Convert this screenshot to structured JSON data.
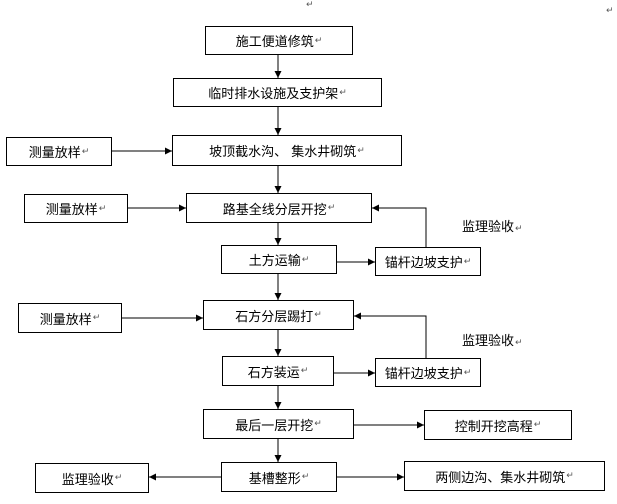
{
  "flow": {
    "step1": "施工便道修筑",
    "step2": "临时排水设施及支护架",
    "step3": "坡顶截水沟、 集水井砌筑",
    "step4": "路基全线分层开挖",
    "step5": "土方运输",
    "step6": "石方分层踢打",
    "step7": "石方装运",
    "step8": "最后一层开挖",
    "step9": "基槽整形"
  },
  "side": {
    "survey1": "测量放样",
    "survey2": "测量放样",
    "survey3": "测量放样",
    "anchor1": "锚杆边坡支护",
    "anchor2": "锚杆边坡支护",
    "control_elevation": "控制开挖高程",
    "supervision_final": "监理验收",
    "ditches": "两侧边沟、集水井砌筑"
  },
  "labels": {
    "supervision1": "监理验收",
    "supervision2": "监理验收"
  },
  "paragraph_mark": "↵"
}
